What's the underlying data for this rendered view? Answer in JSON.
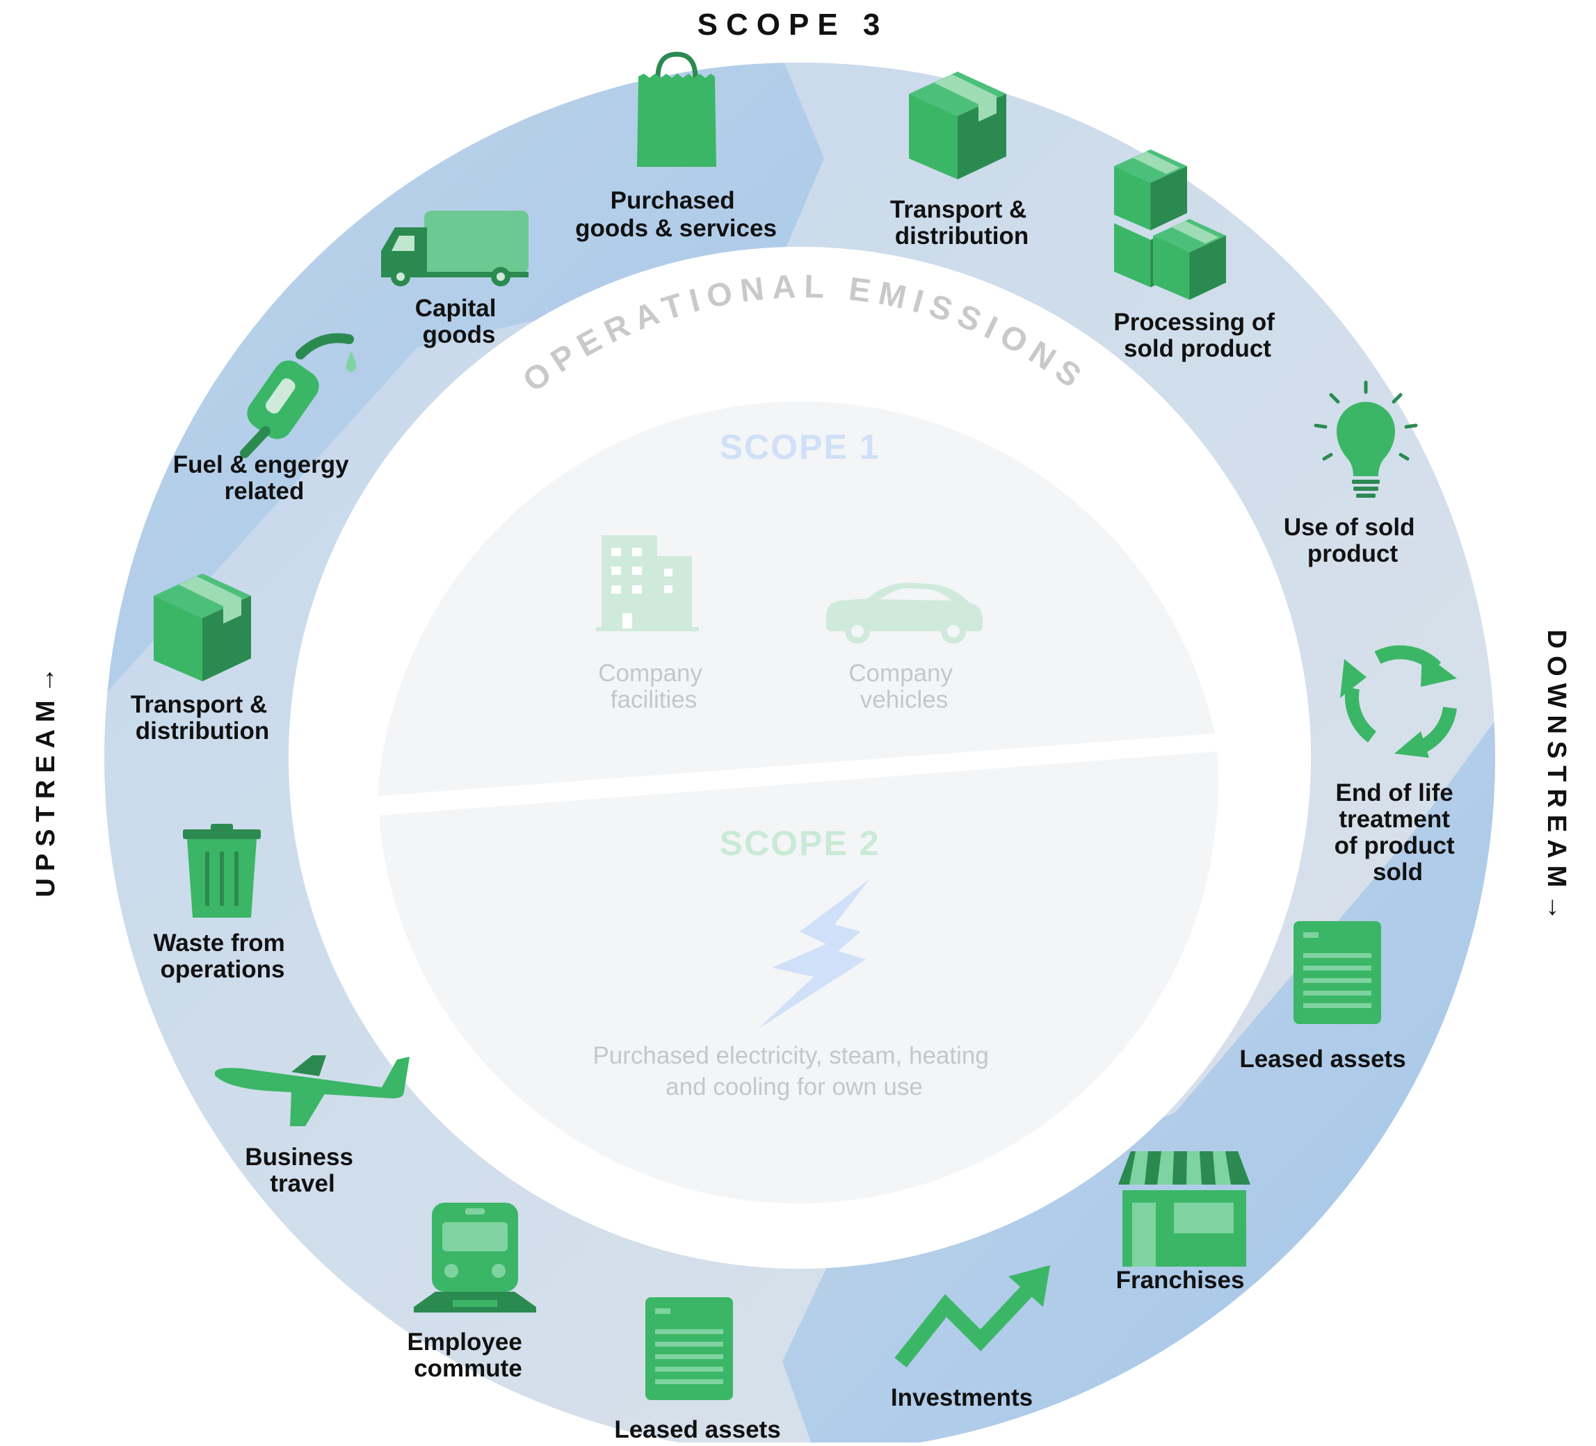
{
  "title": "SCOPE 3",
  "side_labels": {
    "upstream": "UPSTREAM→",
    "downstream": "DOWNSTREAM→"
  },
  "ring_label": "OPERATIONAL EMISSIONS",
  "scope1": {
    "title": "SCOPE 1",
    "items": [
      {
        "label_lines": [
          "Company",
          "facilities"
        ],
        "icon": "building-icon"
      },
      {
        "label_lines": [
          "Company",
          "vehicles"
        ],
        "icon": "car-icon"
      }
    ]
  },
  "scope2": {
    "title": "SCOPE 2",
    "icon": "lightning-icon",
    "label_lines": [
      "Purchased electricity, steam, heating",
      "and cooling for own use"
    ]
  },
  "upstream_items": [
    {
      "label_lines": [
        "Purchased",
        "goods & services"
      ],
      "icon": "shopping-bag-icon"
    },
    {
      "label_lines": [
        "Capital",
        "goods"
      ],
      "icon": "truck-icon"
    },
    {
      "label_lines": [
        "Fuel & engergy",
        "related"
      ],
      "icon": "fuel-nozzle-icon"
    },
    {
      "label_lines": [
        "Transport &",
        "distribution"
      ],
      "icon": "box-icon"
    },
    {
      "label_lines": [
        "Waste from",
        "operations"
      ],
      "icon": "trash-bin-icon"
    },
    {
      "label_lines": [
        "Business",
        "travel"
      ],
      "icon": "airplane-icon"
    },
    {
      "label_lines": [
        "Employee",
        "commute"
      ],
      "icon": "train-icon"
    },
    {
      "label_lines": [
        "Leased assets"
      ],
      "icon": "document-icon"
    }
  ],
  "downstream_items": [
    {
      "label_lines": [
        "Transport &",
        "distribution"
      ],
      "icon": "box-icon"
    },
    {
      "label_lines": [
        "Processing of",
        "sold product"
      ],
      "icon": "boxes-icon"
    },
    {
      "label_lines": [
        "Use of sold",
        "product"
      ],
      "icon": "lightbulb-icon"
    },
    {
      "label_lines": [
        "End of life",
        "treatment",
        "of product",
        "sold"
      ],
      "icon": "recycle-icon"
    },
    {
      "label_lines": [
        "Leased assets"
      ],
      "icon": "document-icon"
    },
    {
      "label_lines": [
        "Franchises"
      ],
      "icon": "storefront-icon"
    },
    {
      "label_lines": [
        "Investments"
      ],
      "icon": "trend-up-arrow-icon"
    }
  ],
  "colors": {
    "ring_grey": "#d9e0e8",
    "upstream_blue": "#a9c8e8",
    "icon_green": "#3bb666",
    "icon_dark_green": "#2b8a50",
    "icon_light_green": "#7fd3a0",
    "faded_green": "#cfeadb",
    "faded_blue": "#cfe0f8",
    "scope1_title": "#cfe0f8",
    "scope2_title": "#c9ead6",
    "inner_fill": "#f4f5f7"
  }
}
